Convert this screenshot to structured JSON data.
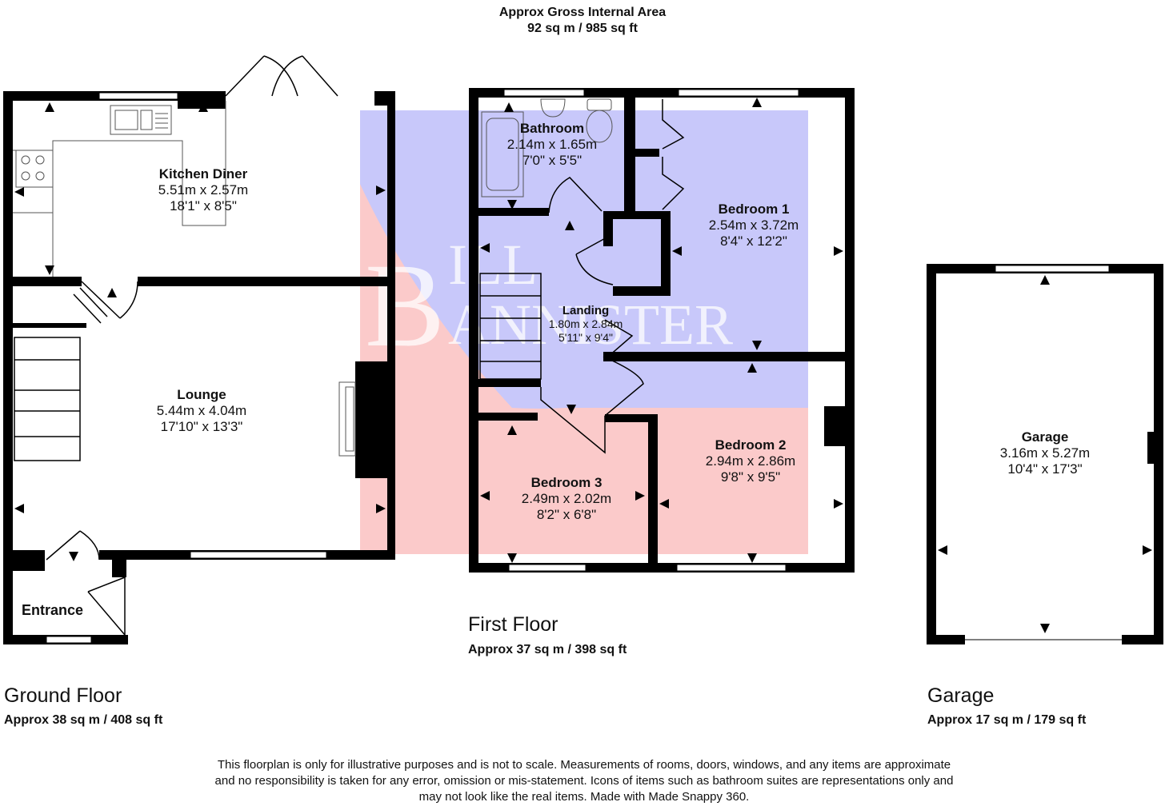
{
  "header": {
    "line1": "Approx Gross Internal Area",
    "line2": "92 sq m / 985 sq ft"
  },
  "floors": {
    "ground": {
      "title": "Ground Floor",
      "area": "Approx 38 sq m / 408 sq ft"
    },
    "first": {
      "title": "First Floor",
      "area": "Approx 37 sq m / 398 sq ft"
    },
    "garage": {
      "title": "Garage",
      "area": "Approx 17 sq m / 179 sq ft"
    }
  },
  "rooms": {
    "kitchen": {
      "name": "Kitchen Diner",
      "metric": "5.51m x 2.57m",
      "imperial": "18'1\" x 8'5\""
    },
    "lounge": {
      "name": "Lounge",
      "metric": "5.44m x 4.04m",
      "imperial": "17'10\" x 13'3\""
    },
    "entrance": {
      "name": "Entrance"
    },
    "bathroom": {
      "name": "Bathroom",
      "metric": "2.14m x 1.65m",
      "imperial": "7'0\" x 5'5\""
    },
    "bedroom1": {
      "name": "Bedroom 1",
      "metric": "2.54m x 3.72m",
      "imperial": "8'4\" x 12'2\""
    },
    "landing": {
      "name": "Landing",
      "metric": "1.80m x 2.84m",
      "imperial": "5'11\" x 9'4\""
    },
    "bedroom2": {
      "name": "Bedroom 2",
      "metric": "2.94m x 2.86m",
      "imperial": "9'8\" x 9'5\""
    },
    "bedroom3": {
      "name": "Bedroom 3",
      "metric": "2.49m x 2.02m",
      "imperial": "8'2\" x 6'8\""
    },
    "garage": {
      "name": "Garage",
      "metric": "3.16m x 5.27m",
      "imperial": "10'4\" x 17'3\""
    }
  },
  "watermark": {
    "text": "BILL BANNISTER",
    "color_blue": "#b8b8f0",
    "color_pink": "#f8c4c4"
  },
  "disclaimer": {
    "line1": "This floorplan is only for illustrative purposes and is not to scale. Measurements of rooms, doors, windows, and any items are approximate",
    "line2": "and no responsibility is taken for any error, omission or mis-statement. Icons of items such as bathroom suites are representations only and",
    "line3": "may not look like the real items. Made with Made Snappy 360."
  },
  "colors": {
    "wall": "#000000",
    "window": "#ffffff",
    "fixture_line": "#555555"
  }
}
